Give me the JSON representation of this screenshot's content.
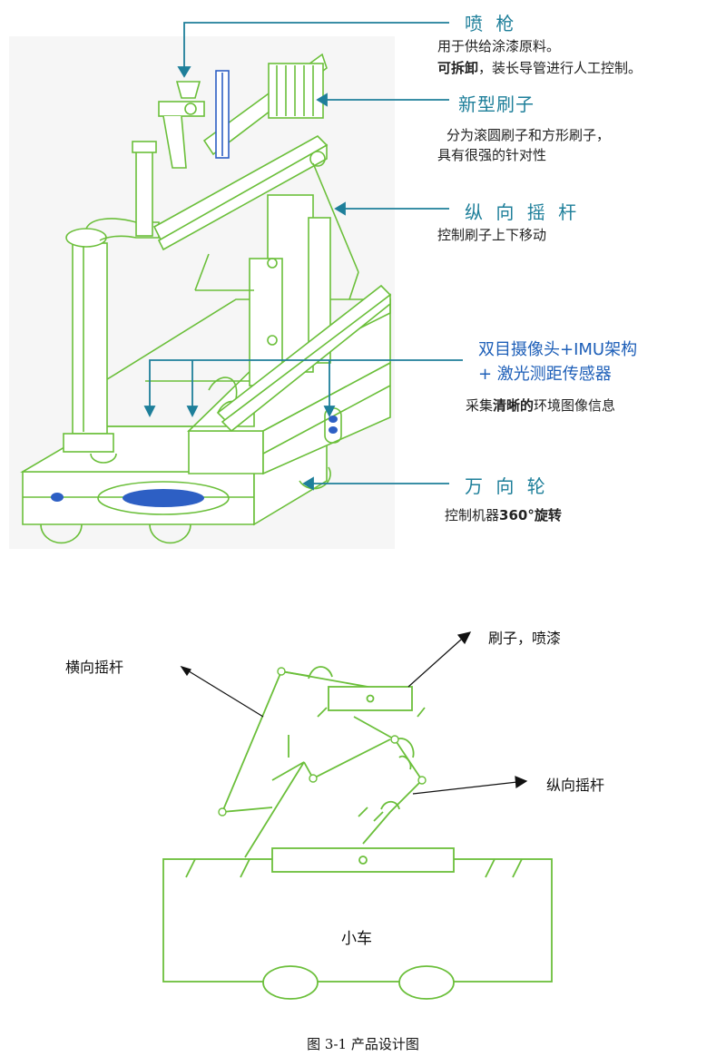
{
  "top": {
    "spray_gun": {
      "title": "喷 枪",
      "desc1": "用于供给涂漆原料。",
      "desc2_bold": "可拆卸",
      "desc2_rest": "，装长导管进行人工控制。"
    },
    "brush": {
      "title": "新型刷子",
      "desc1": "分为滚圆刷子和方形刷子，",
      "desc2": "具有很强的针对性"
    },
    "vertical_rocker": {
      "title": "纵 向 摇 杆",
      "desc": "控制刷子上下移动"
    },
    "camera": {
      "title1": "双目摄像头+IMU架构",
      "title2": "+ 激光测距传感器",
      "desc_a": "采集",
      "desc_bold": "清晰的",
      "desc_b": "环境图像信息"
    },
    "wheel": {
      "title": "万 向 轮",
      "desc_a": "控制机器",
      "desc_bold": "360°旋转"
    }
  },
  "bottom": {
    "horizontal_rocker": "横向摇杆",
    "brush_spray": "刷子，喷漆",
    "vertical_rocker": "纵向摇杆",
    "cart": "小车"
  },
  "caption": "图 3-1  产品设计图",
  "colors": {
    "green": "#6bbf3a",
    "teal": "#1e7f9a",
    "blue": "#1e5fb8",
    "fill_blue": "#2d5fc4"
  }
}
